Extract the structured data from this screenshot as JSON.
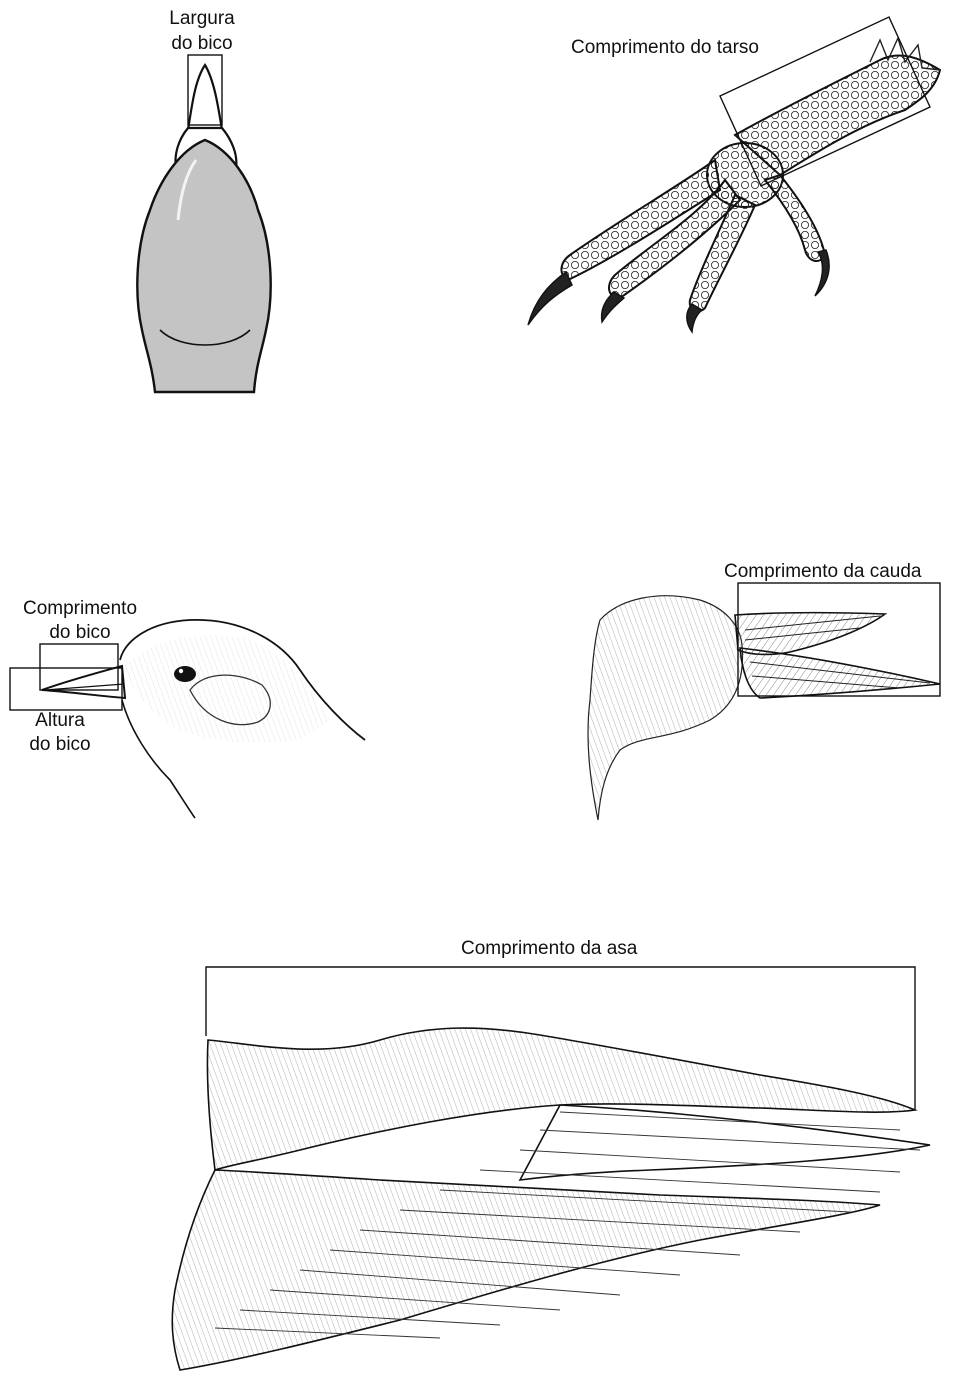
{
  "labels": {
    "beak_width_line1": "Largura",
    "beak_width_line2": "do bico",
    "tarsus_length": "Comprimento do tarso",
    "beak_length_line1": "Comprimento",
    "beak_length_line2": "do bico",
    "beak_height_line1": "Altura",
    "beak_height_line2": "do bico",
    "tail_length": "Comprimento da cauda",
    "wing_length": "Comprimento da asa"
  },
  "colors": {
    "ink": "#111111",
    "head_fill": "#c4c4c4",
    "background": "#ffffff"
  }
}
